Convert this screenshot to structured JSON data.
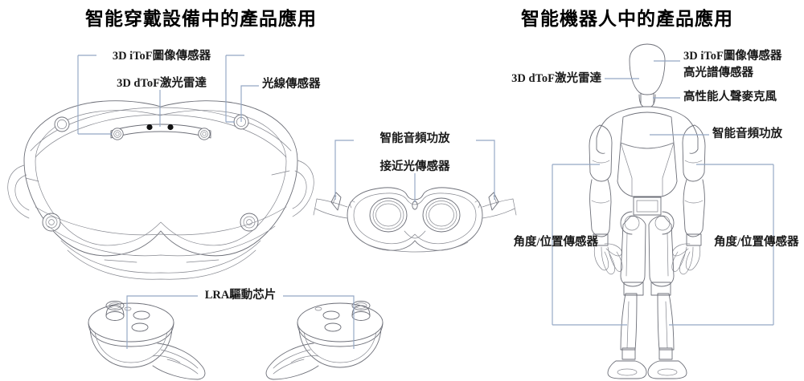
{
  "page": {
    "background": "#ffffff",
    "leader_line_color": "#93a6c4",
    "artwork_stroke_color": "#6d6f78"
  },
  "sections": [
    {
      "id": "wearable",
      "title": "智能穿戴設備中的產品應用",
      "subjects": [
        "vr-headset-front-view",
        "vr-headset-rear-view",
        "vr-controller-left",
        "vr-controller-right"
      ]
    },
    {
      "id": "robot",
      "title": "智能機器人中的產品應用",
      "subjects": [
        "humanoid-robot-front-view"
      ]
    }
  ],
  "wearable_labels": {
    "itof_image_sensor": "3D iToF圖像傳感器",
    "dtof_lidar": "3D dToF激光雷達",
    "ambient_light_sensor": "光線傳感器",
    "smart_audio_amplifier": "智能音頻功放",
    "proximity_light_sensor": "接近光傳感器",
    "lra_driver_chip": "LRA驅動芯片"
  },
  "robot_labels": {
    "dtof_lidar": "3D dToF激光雷達",
    "itof_image_sensor": "3D iToF圖像傳感器",
    "hyperspectral_sensor": "高光譜傳感器",
    "high_performance_voice_microphone": "高性能人聲麥克風",
    "smart_audio_amplifier": "智能音頻功放",
    "angle_position_sensor_left": "角度/位置傳感器",
    "angle_position_sensor_right": "角度/位置傳感器"
  }
}
